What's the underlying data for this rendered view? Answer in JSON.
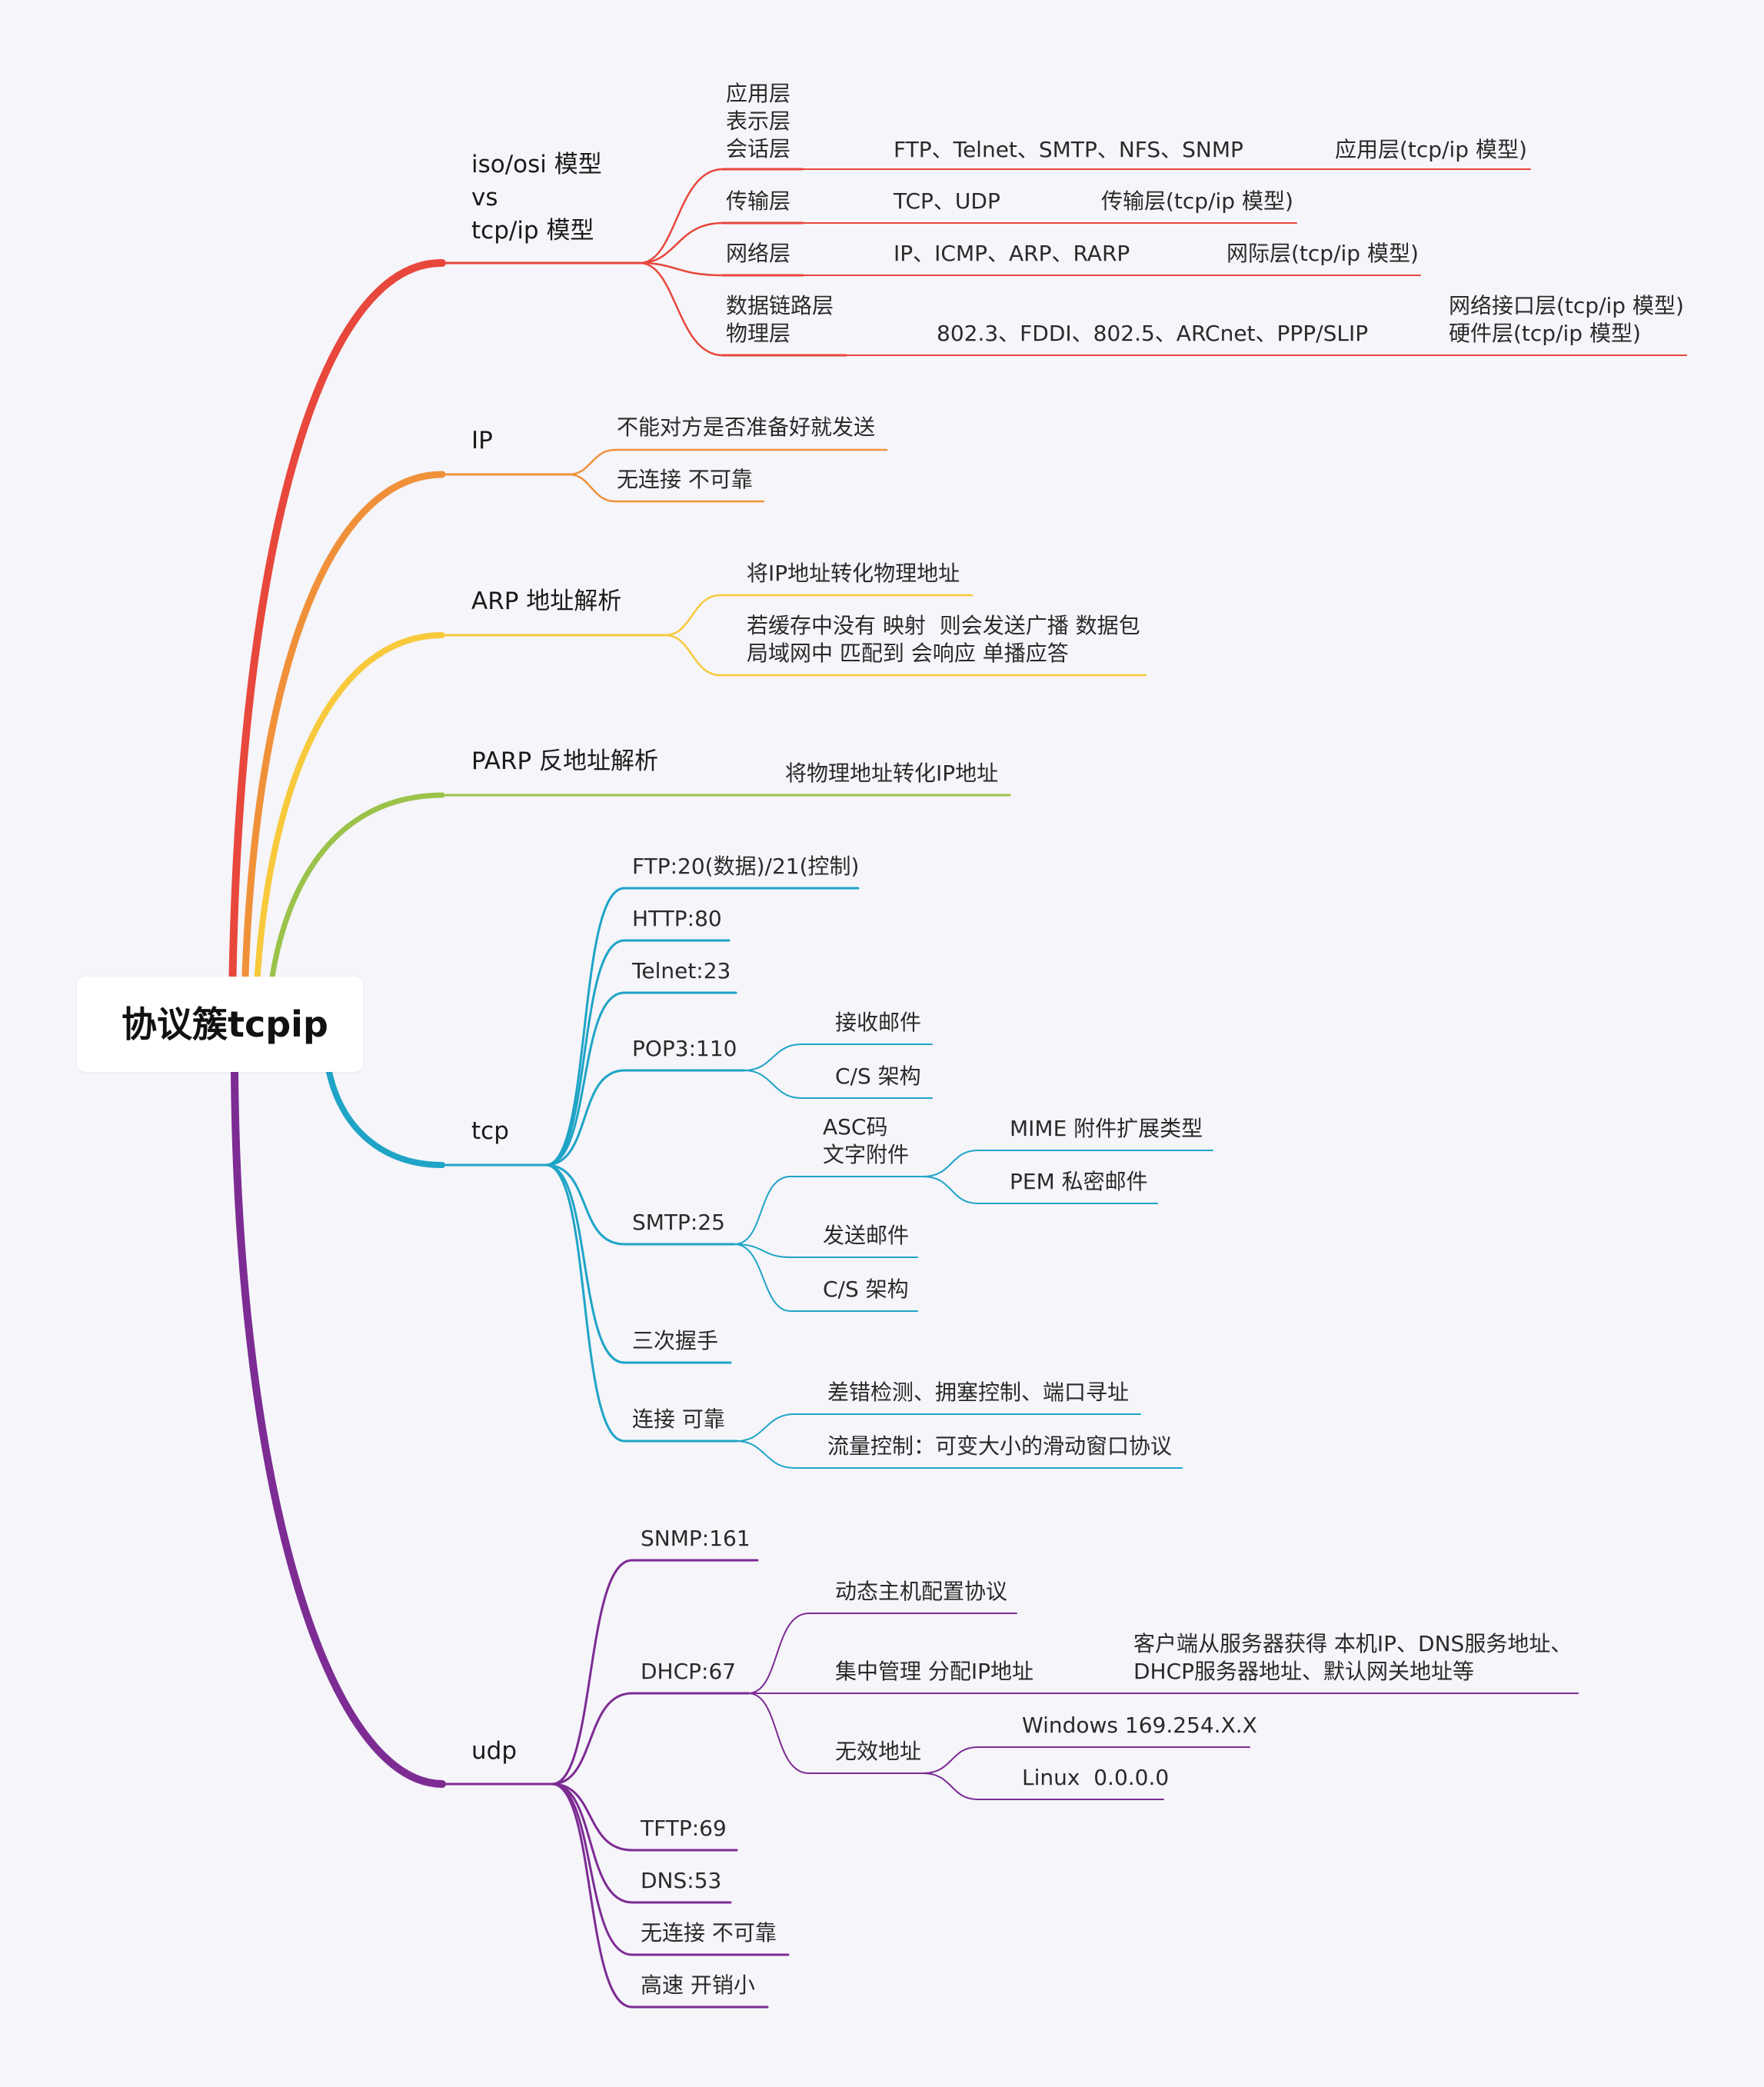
{
  "colors": {
    "background": "#f5f5fa",
    "osi": "#e8473c",
    "ip": "#f0913a",
    "arp": "#f8c93b",
    "parp": "#9bc24a",
    "tcp": "#1fa4c6",
    "udp": "#7d2c93"
  },
  "root": {
    "label": "协议簇tcpip"
  },
  "osi": {
    "label": "iso/osi 模型\nvs\ntcp/ip 模型",
    "rows": [
      {
        "osi_layer": "应用层\n表示层\n会话层",
        "protocols": "FTP、Telnet、SMTP、NFS、SNMP",
        "tcpip_layer": "应用层(tcp/ip 模型)"
      },
      {
        "osi_layer": "传输层",
        "protocols": "TCP、UDP",
        "tcpip_layer": "传输层(tcp/ip 模型)"
      },
      {
        "osi_layer": "网络层",
        "protocols": "IP、ICMP、ARP、RARP",
        "tcpip_layer": "网际层(tcp/ip 模型)"
      },
      {
        "osi_layer": "数据链路层\n物理层",
        "protocols": "802.3、FDDI、802.5、ARCnet、PPP/SLIP",
        "tcpip_layer": "网络接口层(tcp/ip 模型)\n硬件层(tcp/ip 模型)"
      }
    ]
  },
  "ip": {
    "label": "IP",
    "items": [
      "不能对方是否准备好就发送",
      "无连接 不可靠"
    ]
  },
  "arp": {
    "label": "ARP 地址解析",
    "items": [
      "将IP地址转化物理地址",
      "若缓存中没有 映射  则会发送广播 数据包\n局域网中 匹配到 会响应 单播应答"
    ]
  },
  "parp": {
    "label": "PARP 反地址解析",
    "items": [
      "将物理地址转化IP地址"
    ]
  },
  "tcp": {
    "label": "tcp",
    "ftp": "FTP:20(数据)/21(控制)",
    "http": "HTTP:80",
    "telnet": "Telnet:23",
    "pop3": {
      "label": "POP3:110",
      "items": [
        "接收邮件",
        "C/S 架构"
      ]
    },
    "smtp": {
      "label": "SMTP:25",
      "asc": {
        "label": "ASC码\n文字附件",
        "items": [
          "MIME 附件扩展类型",
          "PEM 私密邮件"
        ]
      },
      "items": [
        "发送邮件",
        "C/S 架构"
      ]
    },
    "handshake": "三次握手",
    "reliable": {
      "label": "连接 可靠",
      "items": [
        "差错检测、拥塞控制、端口寻址",
        "流量控制：可变大小的滑动窗口协议"
      ]
    }
  },
  "udp": {
    "label": "udp",
    "snmp": "SNMP:161",
    "dhcp": {
      "label": "DHCP:67",
      "dynamic": "动态主机配置协议",
      "central": {
        "label": "集中管理 分配IP地址",
        "detail": "客户端从服务器获得 本机IP、DNS服务地址、\nDHCP服务器地址、默认网关地址等"
      },
      "invalid": {
        "label": "无效地址",
        "items": [
          "Windows 169.254.X.X",
          "Linux  0.0.0.0"
        ]
      }
    },
    "tftp": "TFTP:69",
    "dns": "DNS:53",
    "unreliable": "无连接 不可靠",
    "fast": "高速 开销小"
  }
}
